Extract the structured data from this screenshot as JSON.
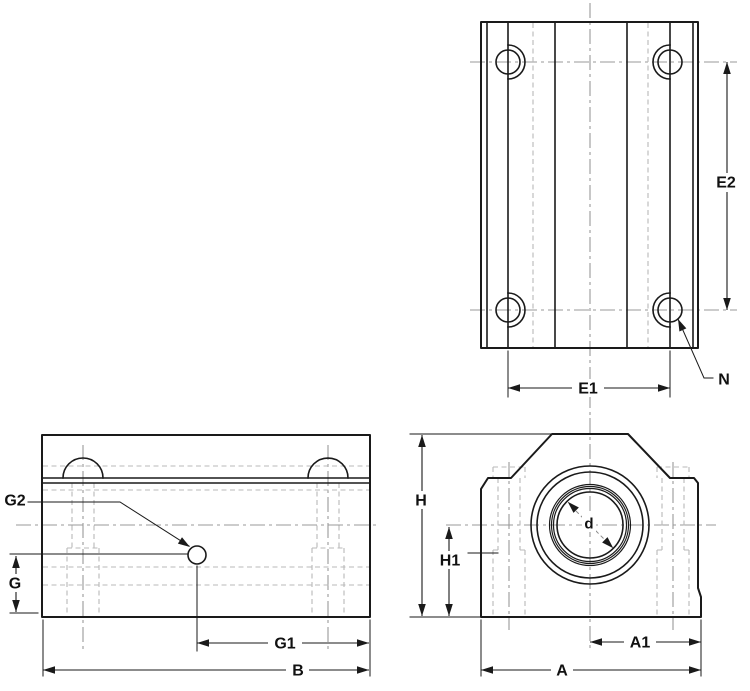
{
  "drawing": {
    "type": "engineering-dimension-drawing",
    "part": "pillow-block-linear-bearing",
    "views": [
      "top-view",
      "side-view",
      "front-view"
    ],
    "labels": {
      "top_view": {
        "e1": "E1",
        "e2": "E2",
        "n": "N"
      },
      "side_view": {
        "g": "G",
        "g1": "G1",
        "g2": "G2",
        "b": "B"
      },
      "front_view": {
        "h": "H",
        "h1": "H1",
        "a": "A",
        "a1": "A1",
        "d": "d"
      }
    },
    "colors": {
      "outline": "#1a1a1a",
      "centerline": "#999999",
      "hidden_line": "#b9b9b9",
      "background": "#ffffff"
    }
  }
}
